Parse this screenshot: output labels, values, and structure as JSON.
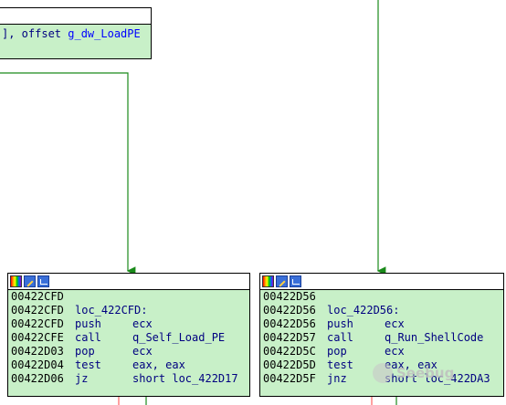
{
  "top_block": {
    "line": "], offset g_dw_LoadPE",
    "line_prefix": "], offset ",
    "line_symbol": "g_dw_LoadPE"
  },
  "left_block": {
    "lines": [
      {
        "addr": "00422CFD",
        "text": ""
      },
      {
        "addr": "00422CFD",
        "label": "loc_422CFD:"
      },
      {
        "addr": "00422CFD",
        "mnemonic": "push",
        "operand": "ecx"
      },
      {
        "addr": "00422CFE",
        "mnemonic": "call",
        "operand": "q_Self_Load_PE"
      },
      {
        "addr": "00422D03",
        "mnemonic": "pop",
        "operand": "ecx"
      },
      {
        "addr": "00422D04",
        "mnemonic": "test",
        "operand": "eax, eax"
      },
      {
        "addr": "00422D06",
        "mnemonic": "jz",
        "operand": "short loc_422D17"
      }
    ]
  },
  "right_block": {
    "lines": [
      {
        "addr": "00422D56",
        "text": ""
      },
      {
        "addr": "00422D56",
        "label": "loc_422D56:"
      },
      {
        "addr": "00422D56",
        "mnemonic": "push",
        "operand": "ecx"
      },
      {
        "addr": "00422D57",
        "mnemonic": "call",
        "operand": "q_Run_ShellCode"
      },
      {
        "addr": "00422D5C",
        "mnemonic": "pop",
        "operand": "ecx"
      },
      {
        "addr": "00422D5D",
        "mnemonic": "test",
        "operand": "eax, eax"
      },
      {
        "addr": "00422D5F",
        "mnemonic": "jnz",
        "operand": "short loc_422DA3"
      }
    ]
  },
  "watermark": "Seebug",
  "colors": {
    "node_bg": "#c8f0c8",
    "edge_green": "#1a8a1a",
    "edge_red": "#ff6060",
    "text": "#000080"
  }
}
